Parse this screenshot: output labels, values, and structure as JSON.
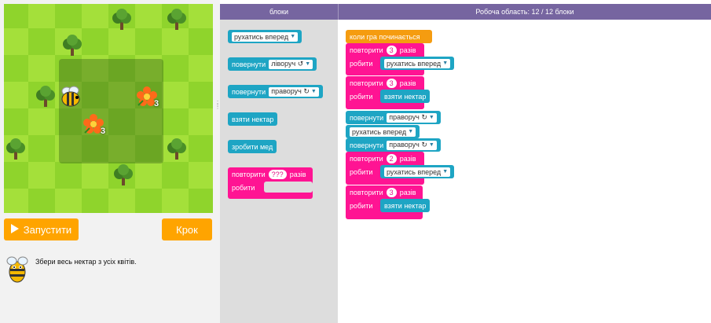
{
  "toolbox": {
    "header": "блоки",
    "blocks": {
      "move": "рухатись вперед",
      "turn": "повернути",
      "turn_left": "ліворуч ↺",
      "turn_right": "праворуч ↻",
      "get_nectar": "взяти нектар",
      "make_honey": "зробити мед",
      "repeat": "повторити",
      "repeat_count": "???",
      "repeat_times": "разів",
      "do": "робити"
    }
  },
  "workspace": {
    "header": "Робоча область: 12 / 12 блоки",
    "start": "коли гра починається",
    "repeat1": {
      "label": "повторити",
      "count": "3",
      "times": "разів",
      "do": "робити",
      "inner": "рухатись вперед"
    },
    "repeat2": {
      "label": "повторити",
      "count": "3",
      "times": "разів",
      "do": "робити",
      "inner": "взяти нектар"
    },
    "turn1": {
      "label": "повернути",
      "dir": "праворуч ↻"
    },
    "move1": "рухатись вперед",
    "turn2": {
      "label": "повернути",
      "dir": "праворуч ↻"
    },
    "repeat3": {
      "label": "повторити",
      "count": "2",
      "times": "разів",
      "do": "робити",
      "inner": "рухатись вперед"
    },
    "repeat4": {
      "label": "повторити",
      "count": "3",
      "times": "разів",
      "do": "робити",
      "inner": "взяти нектар"
    }
  },
  "controls": {
    "run_label": "Запустити",
    "step_label": "Крок"
  },
  "instructions": {
    "text": "Збери весь нектар з усіх квітів."
  },
  "maze": {
    "flower1_count": "3",
    "flower2_count": "3"
  },
  "colors": {
    "header": "#7665a0",
    "teal": "#1ea5c4",
    "pink": "#ff1493",
    "orange": "#f59c10",
    "button": "#ffa400"
  },
  "icons": {
    "run": "play-icon",
    "bee": "bee-icon",
    "tree": "tree-icon",
    "flower": "flower-icon"
  }
}
